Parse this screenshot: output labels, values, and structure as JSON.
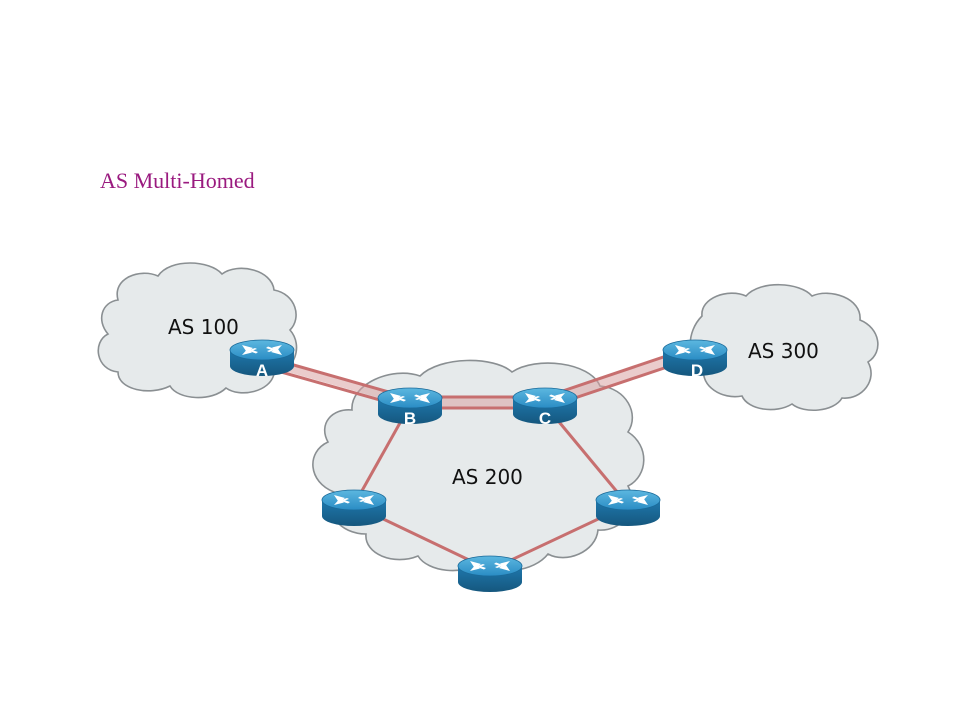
{
  "title": "AS Multi-Homed",
  "colors": {
    "title": "#9a1a7f",
    "link": "#c76f6f",
    "router_top": "#3aa0d4",
    "router_side": "#1e6fa0",
    "cloud_fill": "#e6eaeb"
  },
  "autonomous_systems": [
    {
      "id": "as100",
      "label": "AS 100"
    },
    {
      "id": "as200",
      "label": "AS 200"
    },
    {
      "id": "as300",
      "label": "AS 300"
    }
  ],
  "routers": [
    {
      "id": "A",
      "label": "A",
      "as": "as100"
    },
    {
      "id": "B",
      "label": "B",
      "as": "as200"
    },
    {
      "id": "C",
      "label": "C",
      "as": "as200"
    },
    {
      "id": "D",
      "label": "D",
      "as": "as300"
    },
    {
      "id": "R5",
      "label": "",
      "as": "as200"
    },
    {
      "id": "R6",
      "label": "",
      "as": "as200"
    },
    {
      "id": "R7",
      "label": "",
      "as": "as200"
    }
  ],
  "links": [
    {
      "from": "A",
      "to": "B",
      "style": "double"
    },
    {
      "from": "B",
      "to": "C",
      "style": "double"
    },
    {
      "from": "C",
      "to": "D",
      "style": "double"
    },
    {
      "from": "B",
      "to": "R5",
      "style": "single"
    },
    {
      "from": "R5",
      "to": "R7",
      "style": "single"
    },
    {
      "from": "R7",
      "to": "R6",
      "style": "single"
    },
    {
      "from": "R6",
      "to": "C",
      "style": "single"
    }
  ],
  "icons": {
    "router": "router-icon",
    "cloud": "cloud-icon"
  }
}
